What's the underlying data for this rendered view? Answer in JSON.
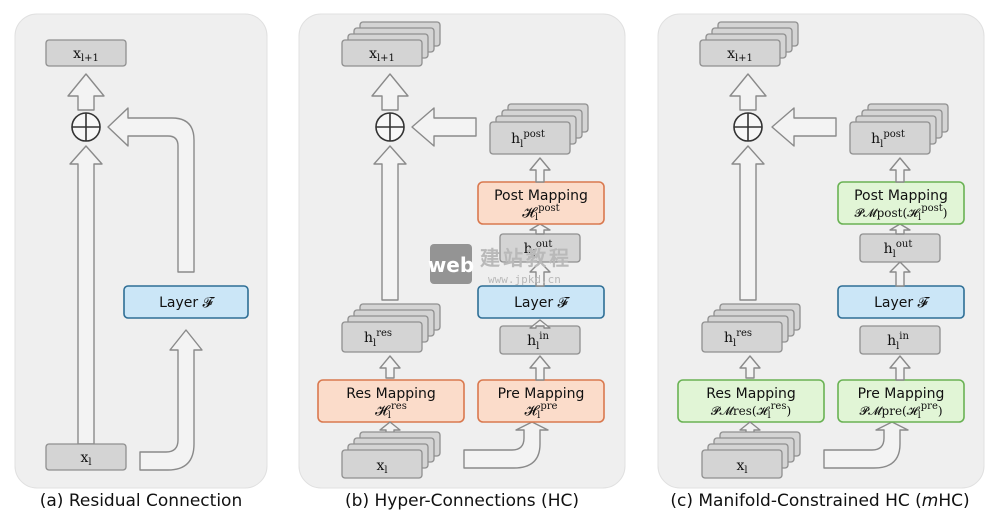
{
  "panels": {
    "a": {
      "caption": "(a) Residual Connection",
      "x_out": {
        "base": "x",
        "sub": "l+1"
      },
      "x_in": {
        "base": "x",
        "sub": "l"
      },
      "layer": "Layer 𝓕"
    },
    "b": {
      "caption": "(b) Hyper-Connections (HC)",
      "x_out": {
        "base": "x",
        "sub": "l+1"
      },
      "x_in": {
        "base": "x",
        "sub": "l"
      },
      "h_res": {
        "base": "h",
        "sub": "l",
        "sup": "res"
      },
      "h_post": {
        "base": "h",
        "sub": "l",
        "sup": "post"
      },
      "h_out": {
        "base": "h",
        "sub": "l",
        "sup": "out"
      },
      "h_in": {
        "base": "h",
        "sub": "l",
        "sup": "in"
      },
      "layer": "Layer 𝓕",
      "post_mapping": {
        "title": "Post Mapping",
        "formula": "𝓗",
        "sub": "l",
        "sup": "post"
      },
      "res_mapping": {
        "title": "Res Mapping",
        "formula": "𝓗",
        "sub": "l",
        "sup": "res"
      },
      "pre_mapping": {
        "title": "Pre Mapping",
        "formula": "𝓗",
        "sub": "l",
        "sup": "pre"
      }
    },
    "c": {
      "caption": "(c) Manifold-Constrained HC (",
      "caption_italic": "m",
      "caption_end": "HC)",
      "x_out": {
        "base": "x",
        "sub": "l+1"
      },
      "x_in": {
        "base": "x",
        "sub": "l"
      },
      "h_res": {
        "base": "h",
        "sub": "l",
        "sup": "res"
      },
      "h_post": {
        "base": "h",
        "sub": "l",
        "sup": "post"
      },
      "h_out": {
        "base": "h",
        "sub": "l",
        "sup": "out"
      },
      "h_in": {
        "base": "h",
        "sub": "l",
        "sup": "in"
      },
      "layer": "Layer 𝓕",
      "post_mapping": {
        "title": "Post Mapping",
        "formula": "𝓟𝓜post(𝓗",
        "sub": "l",
        "sup": "post",
        "close": ")"
      },
      "res_mapping": {
        "title": "Res Mapping",
        "formula": "𝓟𝓜res(𝓗",
        "sub": "l",
        "sup": "res",
        "close": ")"
      },
      "pre_mapping": {
        "title": "Pre Mapping",
        "formula": "𝓟𝓜pre(𝓗",
        "sub": "l",
        "sup": "pre",
        "close": ")"
      }
    }
  },
  "watermark": {
    "badge": "web",
    "text": "建站教程",
    "url": "www.jpkd.cn"
  },
  "colors": {
    "layer_fill": "#cbe6f7",
    "hc_mapping_fill": "#fbdcca",
    "mhc_mapping_fill": "#e1f5d6"
  }
}
